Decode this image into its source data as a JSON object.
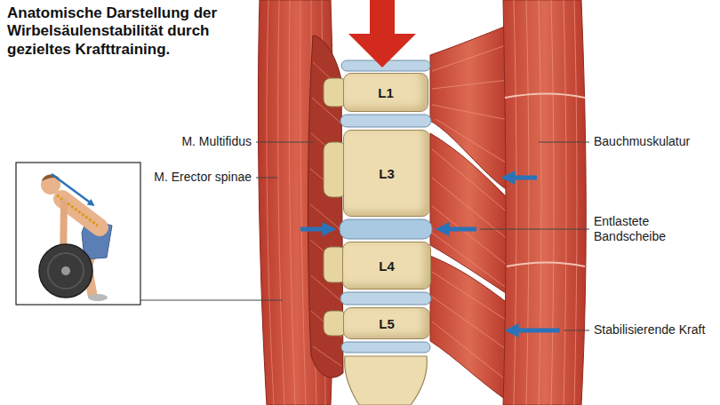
{
  "diagram": {
    "title": "Anatomische Darstellung der Wirbelsäulenstabilität durch gezieltes Krafttraining.",
    "nodes": [
      {
        "text": [
          "L1"
        ]
      },
      {
        "text": [
          "L3"
        ]
      },
      {
        "text": [
          "L4"
        ]
      },
      {
        "text": [
          "L5"
        ]
      }
    ],
    "labels": [
      "M. Multifidus",
      "M. Erector spinae",
      "Bauchmuskulatur",
      "Entlastete Bandscheibe",
      "Stabilisierende Kraft"
    ]
  }
}
